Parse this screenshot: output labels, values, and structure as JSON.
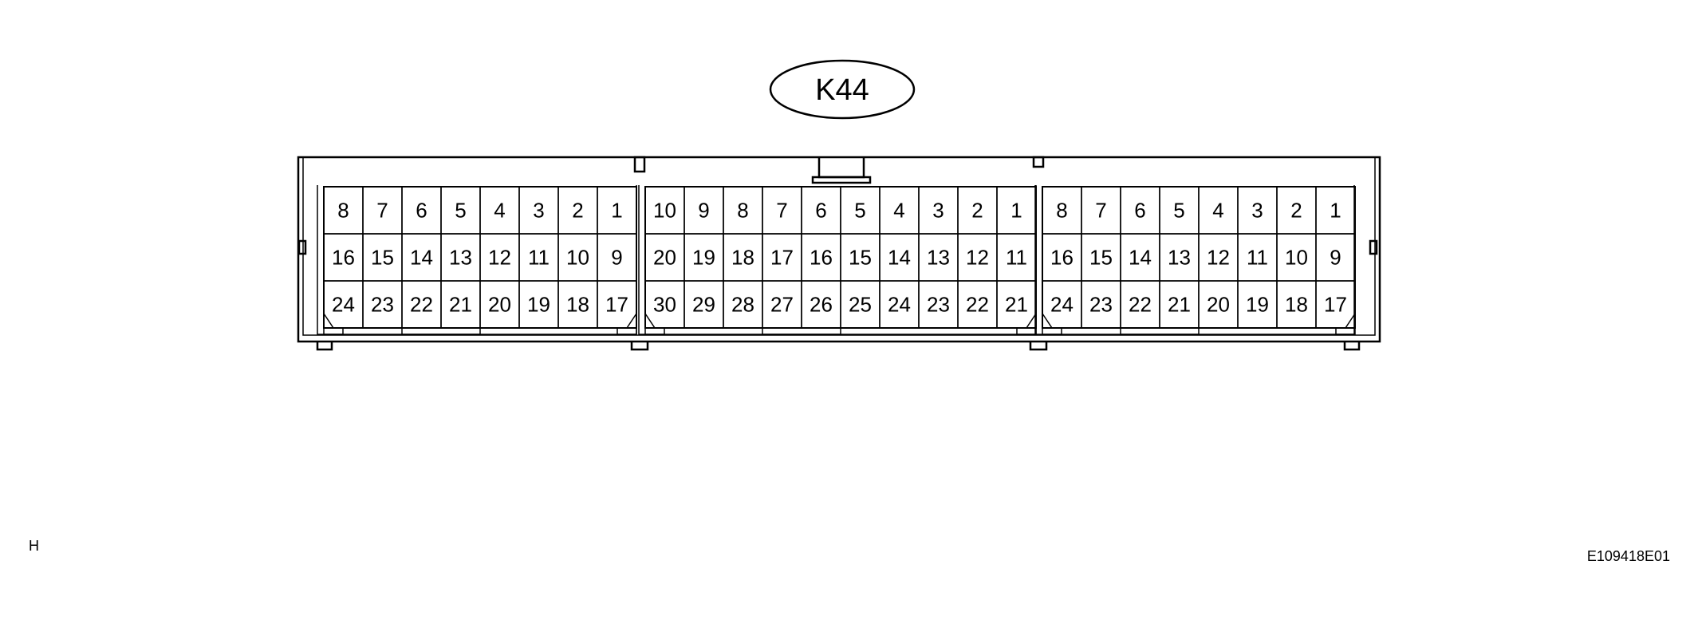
{
  "connector": {
    "label": "K44",
    "blocks": [
      {
        "rows": [
          [
            "8",
            "7",
            "6",
            "5",
            "4",
            "3",
            "2",
            "1"
          ],
          [
            "16",
            "15",
            "14",
            "13",
            "12",
            "11",
            "10",
            "9"
          ],
          [
            "24",
            "23",
            "22",
            "21",
            "20",
            "19",
            "18",
            "17"
          ]
        ]
      },
      {
        "rows": [
          [
            "10",
            "9",
            "8",
            "7",
            "6",
            "5",
            "4",
            "3",
            "2",
            "1"
          ],
          [
            "20",
            "19",
            "18",
            "17",
            "16",
            "15",
            "14",
            "13",
            "12",
            "11"
          ],
          [
            "30",
            "29",
            "28",
            "27",
            "26",
            "25",
            "24",
            "23",
            "22",
            "21"
          ]
        ]
      },
      {
        "rows": [
          [
            "8",
            "7",
            "6",
            "5",
            "4",
            "3",
            "2",
            "1"
          ],
          [
            "16",
            "15",
            "14",
            "13",
            "12",
            "11",
            "10",
            "9"
          ],
          [
            "24",
            "23",
            "22",
            "21",
            "20",
            "19",
            "18",
            "17"
          ]
        ]
      }
    ]
  },
  "footer": {
    "left_mark": "H",
    "figure_id": "E109418E01"
  }
}
